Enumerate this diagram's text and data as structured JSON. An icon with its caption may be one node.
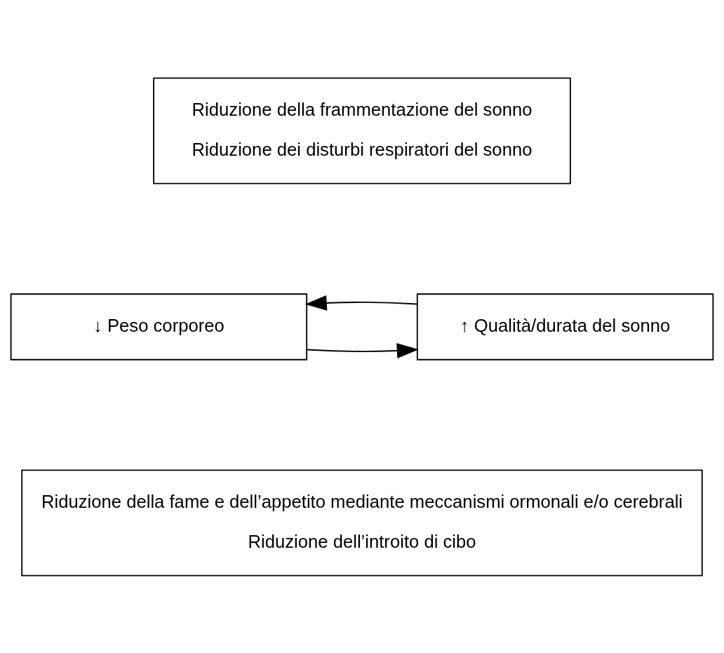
{
  "diagram": {
    "nodes": [
      {
        "text": [
          "Riduzione della frammentazione del sonno",
          "Riduzione dei disturbi respiratori del sonno"
        ]
      },
      {
        "text": [
          "↓ Peso corporeo"
        ]
      },
      {
        "text": [
          "↑ Qualità/durata del sonno"
        ]
      },
      {
        "text": [
          "Riduzione della fame e dell’appetito mediante meccanismi ormonali e/o cerebrali",
          "Riduzione dell’introito di cibo"
        ]
      }
    ],
    "edges": [
      {
        "from": 1,
        "to": 2,
        "arrow": "to"
      },
      {
        "from": 2,
        "to": 1,
        "arrow": "to"
      }
    ]
  }
}
